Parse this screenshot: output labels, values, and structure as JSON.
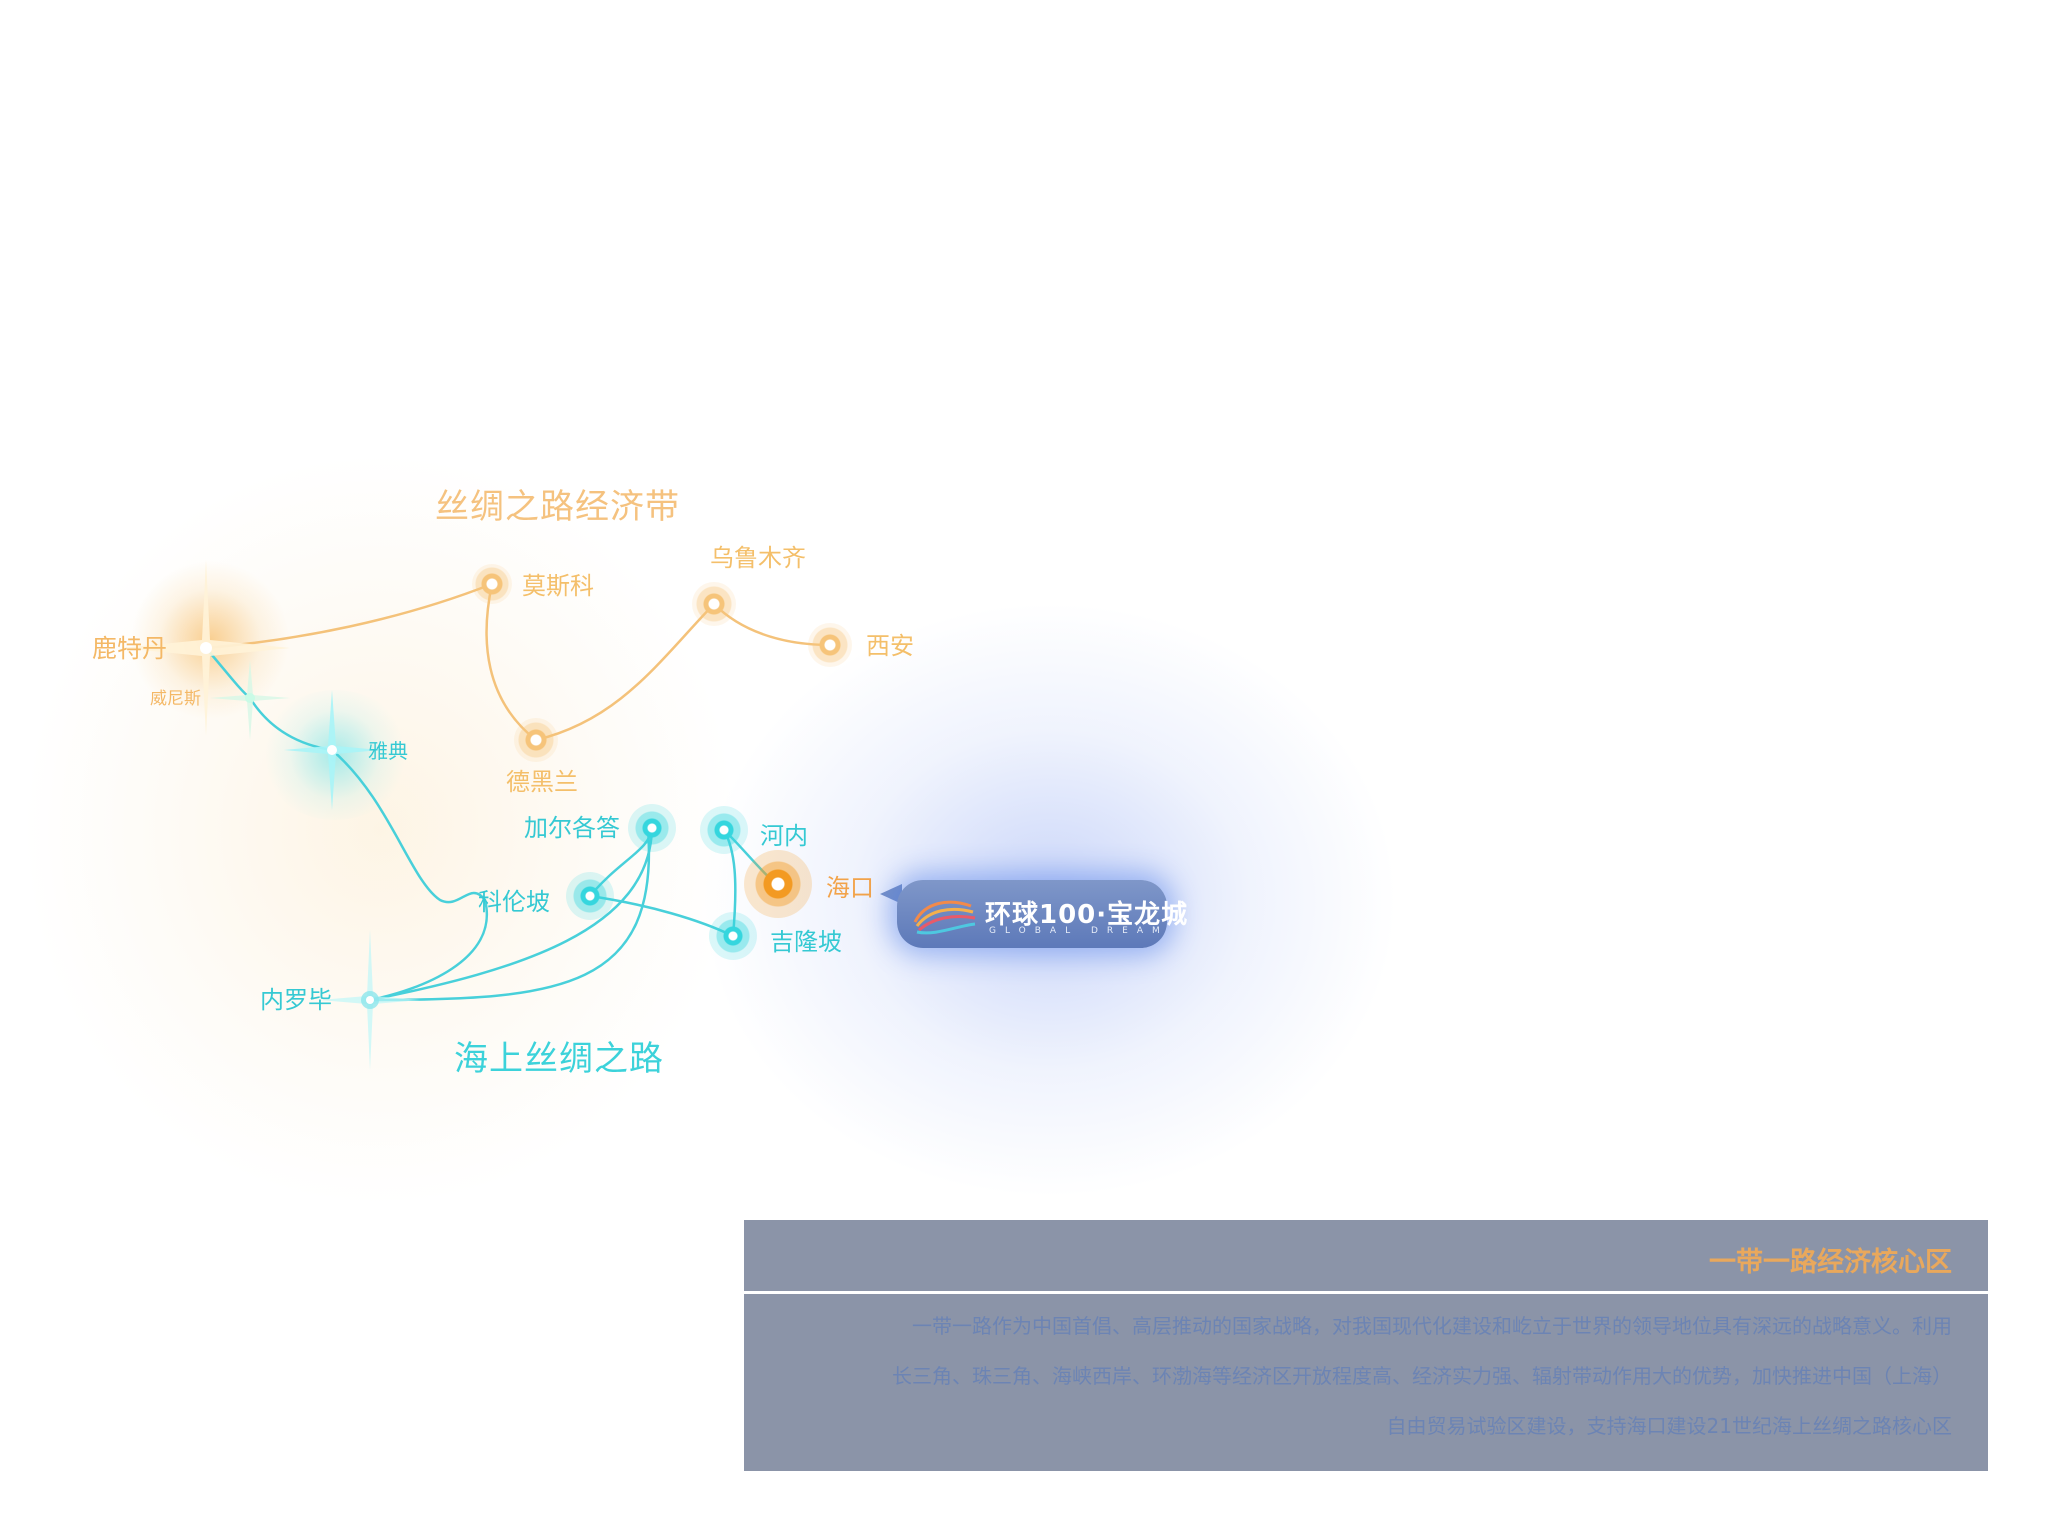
{
  "routes": {
    "land_title": "丝绸之路经济带",
    "sea_title": "海上丝绸之路"
  },
  "cities": {
    "rotterdam": "鹿特丹",
    "venice": "威尼斯",
    "athens": "雅典",
    "moscow": "莫斯科",
    "urumqi": "乌鲁木齐",
    "xian": "西安",
    "tehran": "德黑兰",
    "kolkata": "加尔各答",
    "hanoi": "河内",
    "haikou": "海口",
    "colombo": "科伦坡",
    "kualalumpur": "吉隆坡",
    "nairobi": "内罗毕"
  },
  "logo": {
    "name": "环球100·宝龙城",
    "subtitle": "GLOBAL DREAM"
  },
  "info": {
    "title": "一带一路经济核心区",
    "lines": [
      "一带一路作为中国首倡、高层推动的国家战略，对我国现代化建设和屹立于世界的领导地位具有深远的战略意义。利用",
      "长三角、珠三角、海峡西岸、环渤海等经济区开放程度高、经济实力强、辐射带动作用大的优势，加快推进中国（上海）",
      "自由贸易试验区建设，支持海口建设21世纪海上丝绸之路核心区"
    ]
  },
  "colors": {
    "land": "#f4bf6a",
    "sea": "#35d6de",
    "haikou": "#f39a22",
    "panel": "#8b94a8",
    "panel_title": "#e9a85c",
    "panel_text": "#6c84b4"
  }
}
